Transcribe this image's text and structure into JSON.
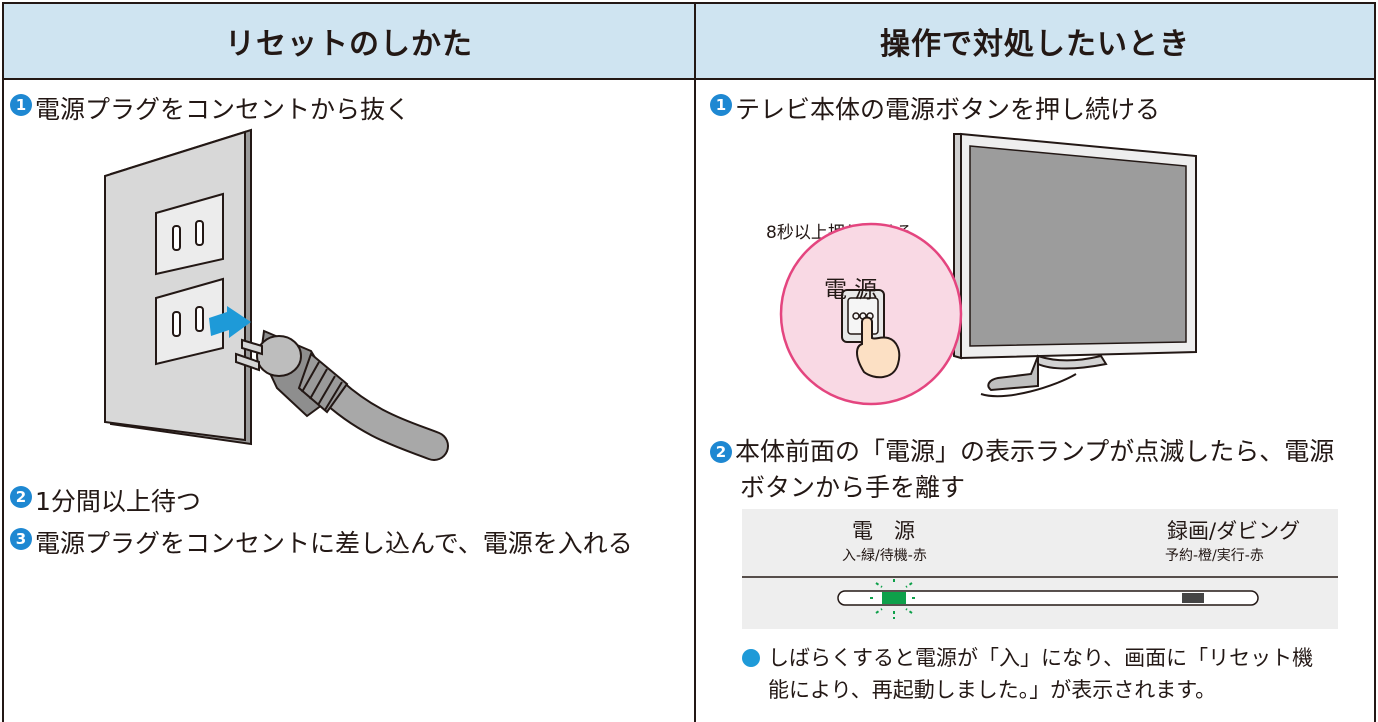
{
  "left": {
    "header": "リセットのしかた",
    "steps": [
      {
        "num": "1",
        "text": "電源プラグをコンセントから抜く"
      },
      {
        "num": "2",
        "text": "1分間以上待つ"
      },
      {
        "num": "3",
        "text": "電源プラグをコンセントに差し込んで、電源を入れる"
      }
    ]
  },
  "right": {
    "header": "操作で対処したいとき",
    "step1": {
      "num": "1",
      "text": "テレビ本体の電源ボタンを押し続ける"
    },
    "hold_label": "8秒以上押し続ける",
    "callout_label": "電 源",
    "step2": {
      "num": "2",
      "line1": "本体前面の「電源」の表示ランプが点滅したら、電源",
      "line2": "ボタンから手を離す"
    },
    "panel": {
      "power_label": "電　源",
      "power_sub": "入-緑/待機-赤",
      "rec_label": "録画/ダビング",
      "rec_sub": "予約-橙/実行-赤"
    },
    "note_line1": "しばらくすると電源が「入」になり、画面に「リセット機",
    "note_line2": "能により、再起動しました。」が表示されます。"
  },
  "colors": {
    "accent": "#1e88d2",
    "header_bg": "#cfe4f1",
    "callout_bg": "#f9d9e4",
    "callout_border": "#e4457f",
    "led_green": "#0ea04a"
  }
}
